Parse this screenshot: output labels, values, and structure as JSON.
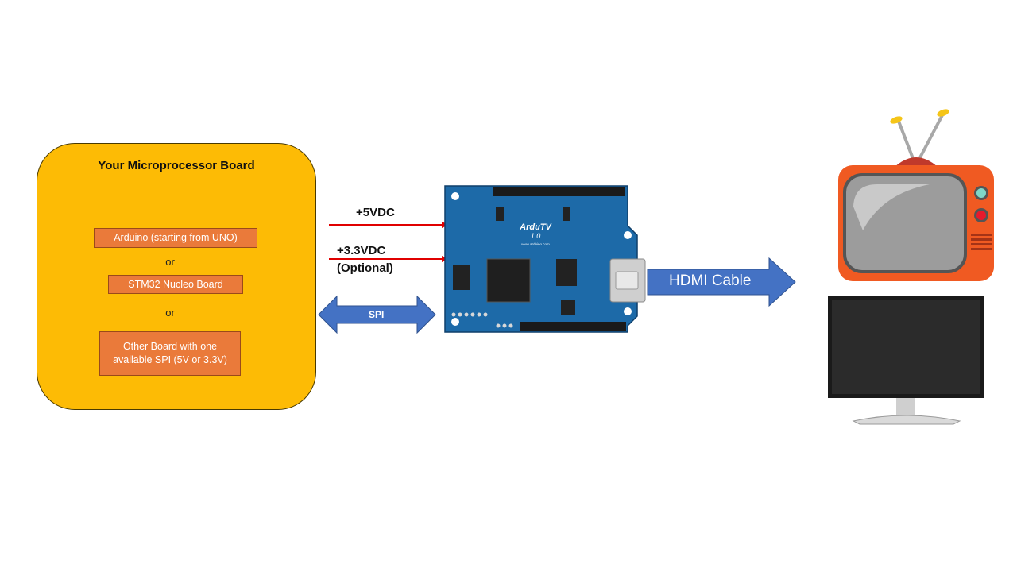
{
  "mcu_board": {
    "title": "Your Microprocessor Board",
    "options": [
      "Arduino (starting from UNO)",
      "STM32 Nucleo Board",
      "Other Board with one available SPI (5V or 3.3V)"
    ],
    "separators": [
      "or",
      "or"
    ]
  },
  "power": {
    "label_5v": "+5VDC",
    "label_33v": "+3.3VDC",
    "label_33v_note": "(Optional)"
  },
  "spi_label": "SPI",
  "ardutv": {
    "name": "ArduTV",
    "version": "1.0",
    "url": "www.arduino.com"
  },
  "hdmi_label": "HDMI Cable",
  "colors": {
    "panel": "#fdbb05",
    "option_box": "#ea7a3a",
    "arrow_blue": "#4472c4",
    "power_line": "#e00000",
    "pcb": "#1d6aa8",
    "tv_body": "#f05a22"
  }
}
